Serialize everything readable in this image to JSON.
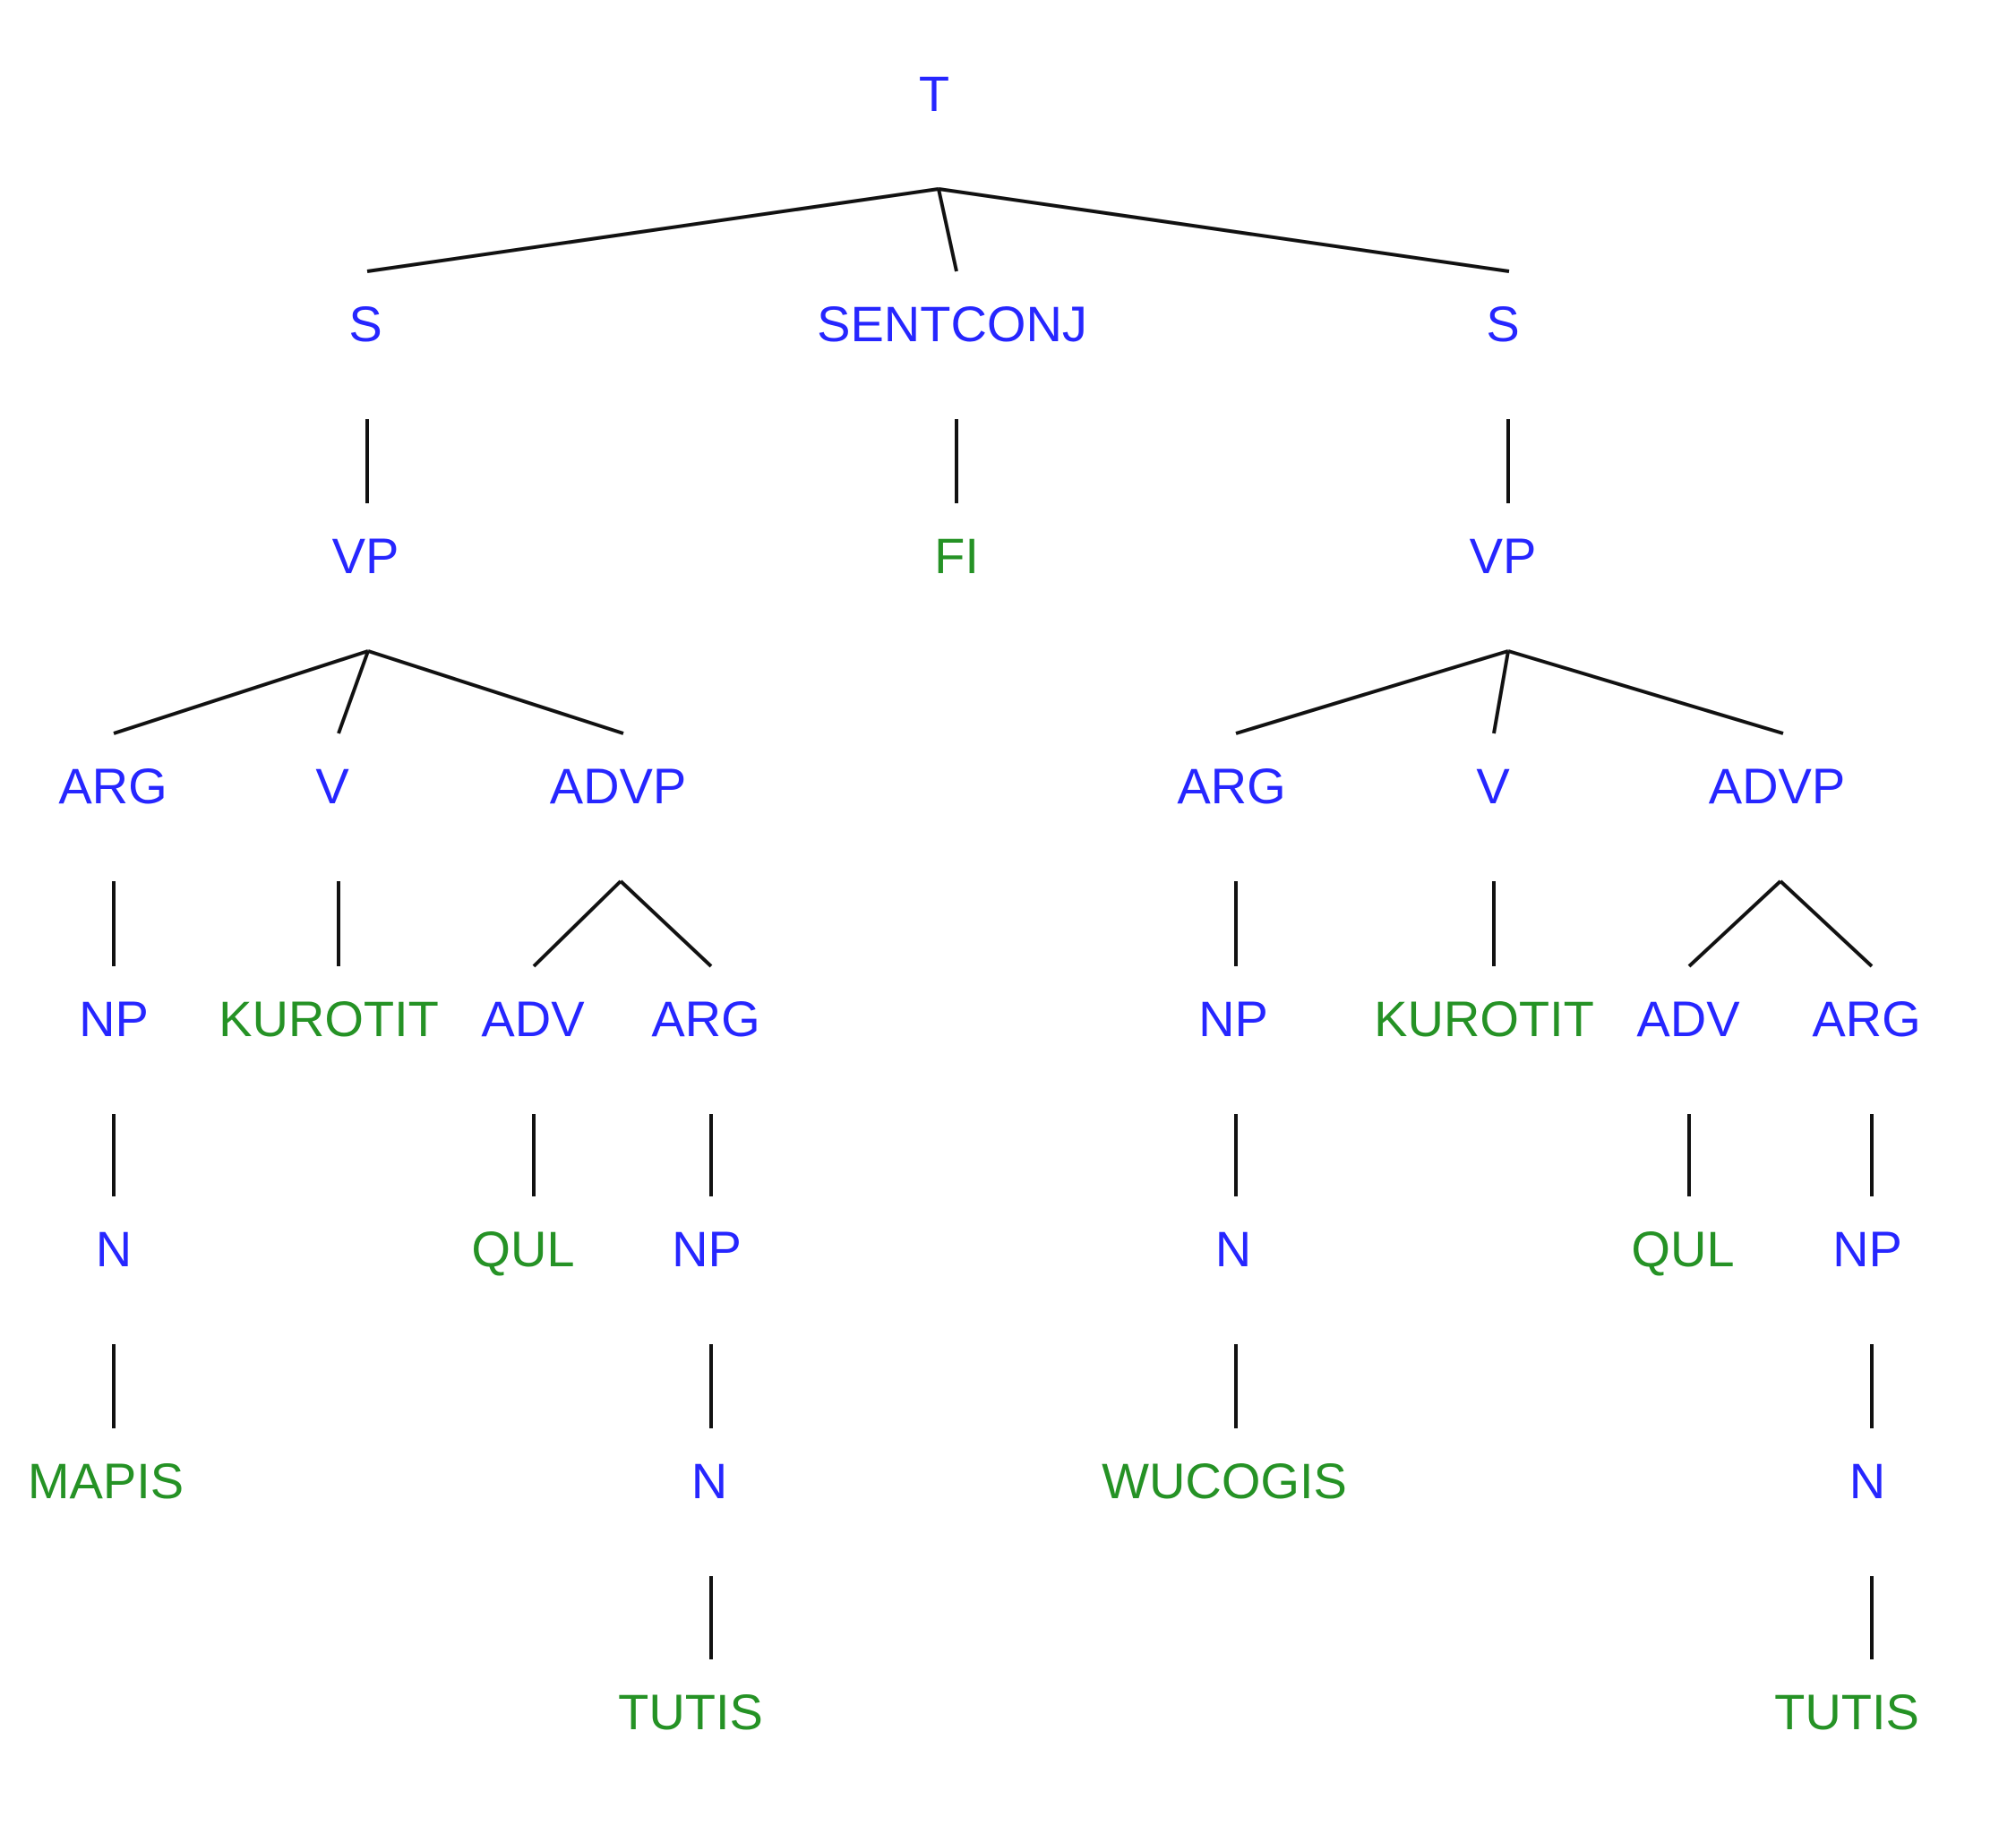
{
  "tree": {
    "root": "T",
    "level1": [
      "S",
      "SENTCONJ",
      "S"
    ],
    "level2": [
      "VP",
      "FI",
      "VP"
    ],
    "level3": [
      "ARG",
      "V",
      "ADVP",
      "ARG",
      "V",
      "ADVP"
    ],
    "level4": [
      "NP",
      "KUROTIT",
      "ADV",
      "ARG",
      "NP",
      "KUROTIT",
      "ADV",
      "ARG"
    ],
    "level5": [
      "N",
      "QUL",
      "NP",
      "N",
      "QUL",
      "NP"
    ],
    "level6": [
      "MAPIS",
      "N",
      "WUCOGIS",
      "N"
    ],
    "level7": [
      "TUTIS",
      "TUTIS"
    ]
  },
  "colors": {
    "nonterminal": "#2626ff",
    "terminal": "#259225",
    "edge": "#111111"
  }
}
